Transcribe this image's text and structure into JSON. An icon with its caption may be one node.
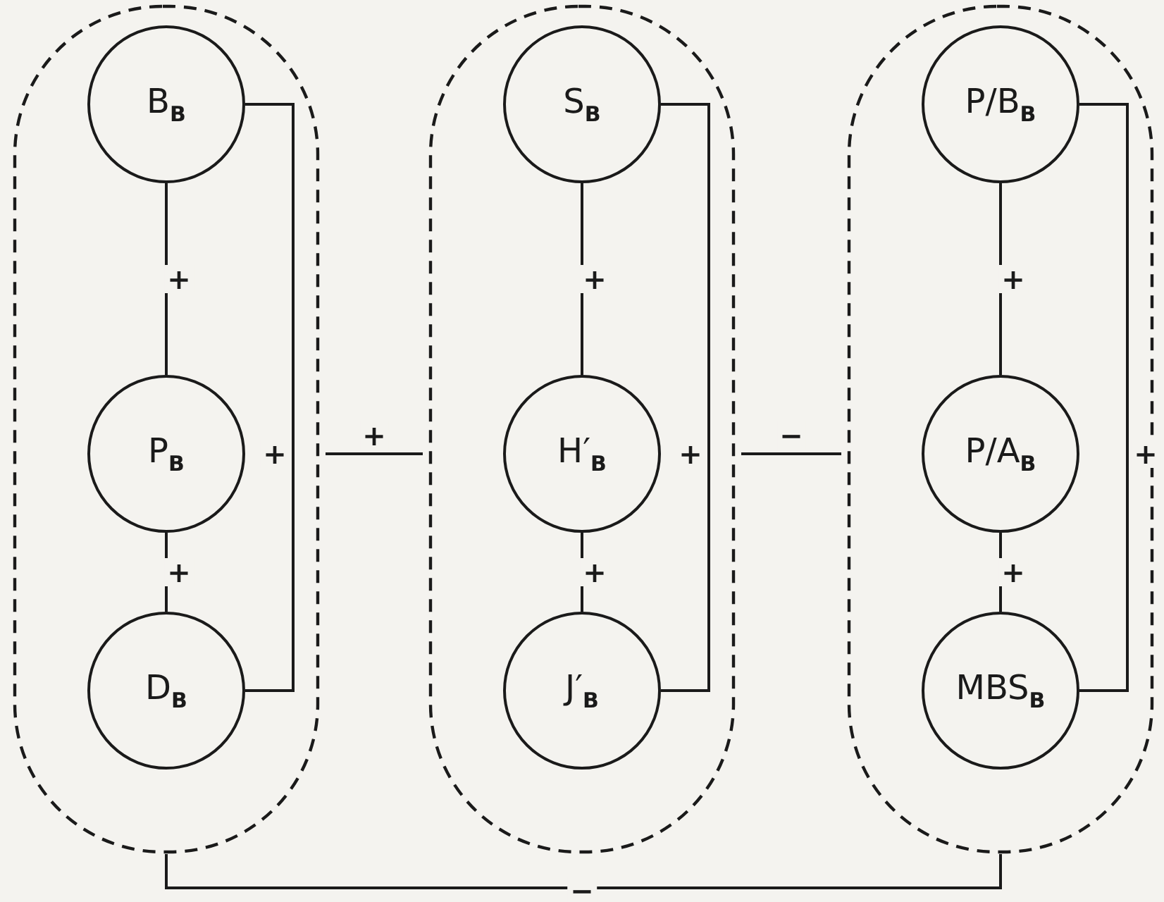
{
  "diagram": {
    "nodes": [
      {
        "text": [],
        "shape": "box"
      },
      {
        "text": [
          "B$_{B}$"
        ],
        "in": 0
      },
      {
        "text": [
          "P$_{B}$"
        ],
        "in": 0
      },
      {
        "text": [
          "D$_{B}$"
        ],
        "in": 0
      },
      {
        "text": [],
        "shape": "box"
      },
      {
        "text": [
          "S$_{B}$"
        ],
        "in": 4
      },
      {
        "text": [
          "H′$_{B}$"
        ],
        "in": 4
      },
      {
        "text": [
          "J′$_{B}$"
        ],
        "in": 4
      },
      {
        "text": [],
        "shape": "box"
      },
      {
        "text": [
          "P/B$_{B}$"
        ],
        "in": 8
      },
      {
        "text": [
          "P/A$_{B}$"
        ],
        "in": 8
      },
      {
        "text": [
          "MBS$_{B}$"
        ],
        "in": 8
      }
    ],
    "edges": [
      {
        "from": 1,
        "to": 2,
        "arrow": "none",
        "label": "+"
      },
      {
        "from": 2,
        "to": 3,
        "arrow": "none",
        "label": "+"
      },
      {
        "from": 1,
        "to": 3,
        "arrow": "none",
        "label": "+"
      },
      {
        "from": 5,
        "to": 6,
        "arrow": "none",
        "label": "+"
      },
      {
        "from": 6,
        "to": 7,
        "arrow": "none",
        "label": "+"
      },
      {
        "from": 5,
        "to": 7,
        "arrow": "none",
        "label": "+"
      },
      {
        "from": 9,
        "to": 10,
        "arrow": "none",
        "label": "+"
      },
      {
        "from": 10,
        "to": 11,
        "arrow": "none",
        "label": "+"
      },
      {
        "from": 9,
        "to": 11,
        "arrow": "none",
        "label": "+"
      },
      {
        "from": 0,
        "to": 4,
        "arrow": "none",
        "label": "+"
      },
      {
        "from": 4,
        "to": 8,
        "arrow": "none",
        "label": "−"
      },
      {
        "from": 0,
        "to": 8,
        "arrow": "none",
        "label": "−"
      }
    ]
  }
}
